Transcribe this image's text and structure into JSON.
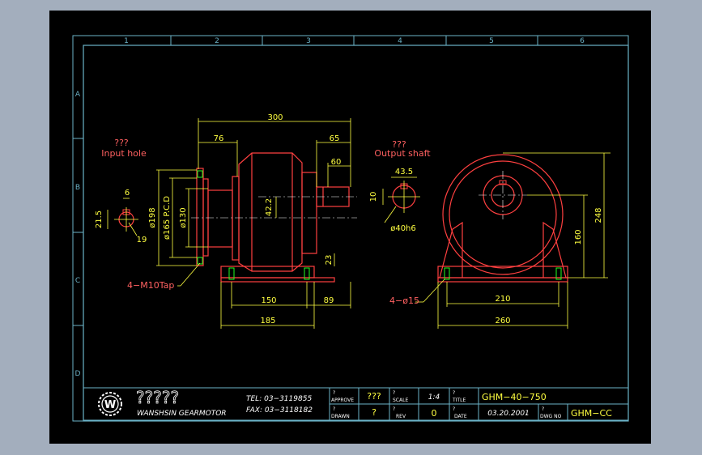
{
  "columns": [
    "1",
    "2",
    "3",
    "4",
    "5",
    "6"
  ],
  "rows": [
    "A",
    "B",
    "C",
    "D"
  ],
  "dims": {
    "d300": "300",
    "d76": "76",
    "d65": "65",
    "d60": "60",
    "d42_2": "42.2",
    "d198": "ø198",
    "d165": "ø165  P.C.D",
    "d130": "ø130",
    "d6": "6",
    "d21_5": "21.5",
    "d19": "19",
    "d150": "150",
    "d89": "89",
    "d185": "185",
    "d23": "23",
    "d43_5": "43.5",
    "d10": "10",
    "d40h6": "ø40h6",
    "d248": "248",
    "d160": "160",
    "d210": "210",
    "d260": "260"
  },
  "labels": {
    "input_q": "???",
    "input_hole": "Input hole",
    "output_q": "???",
    "output_shaft": "Output shaft",
    "tap": "4−M10Tap",
    "holes": "4−ø15"
  },
  "title_block": {
    "logo_letter": "W",
    "company_cjk": "?????",
    "company_en": "WANSHSIN GEARMOTOR",
    "tel": "TEL:  03−3119855",
    "fax": "FAX:  03−3118182",
    "approve_label": "APPROVE",
    "approve_q": "?",
    "approve_value": "???",
    "scale_label": "SCALE",
    "scale_q": "?",
    "scale_value": "1:4",
    "title_label": "TITLE",
    "title_q": "?",
    "title_value": "GHM−40−750",
    "drawn_label": "DRAWN",
    "drawn_q": "?",
    "drawn_value": "?",
    "rev_label": "REV",
    "rev_q": "?",
    "rev_value": "0",
    "date_label": "DATE",
    "date_q": "?",
    "date_value": "03.20.2001",
    "dwg_label": "DWG NO",
    "dwg_q": "?",
    "dwg_value": "GHM−CC"
  }
}
